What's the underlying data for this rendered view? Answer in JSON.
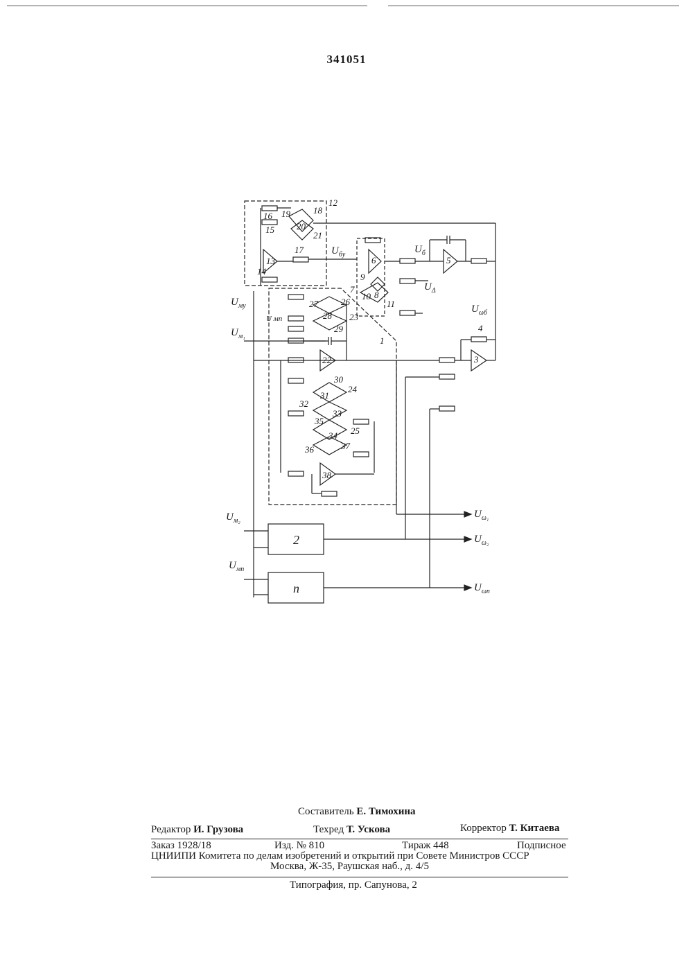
{
  "patent_number": "341051",
  "diagram": {
    "numbers": [
      "1",
      "2",
      "3",
      "4",
      "5",
      "6",
      "7",
      "8",
      "9",
      "10",
      "11",
      "12",
      "13",
      "14",
      "15",
      "16",
      "17",
      "18",
      "19",
      "20",
      "21",
      "22",
      "23",
      "24",
      "25",
      "26",
      "27",
      "28",
      "29",
      "30",
      "31",
      "32",
      "33",
      "34",
      "35",
      "36",
      "37",
      "38",
      "n"
    ],
    "signals": {
      "u_my": "U",
      "u_my_sub": "мy",
      "u_m1": "U",
      "u_m1_sub": "м₁",
      "u_m2": "U",
      "u_m2_sub": "м₂",
      "u_mn": "U",
      "u_mn_sub": "мn",
      "u_by": "U",
      "u_by_sub": "бy",
      "u_b": "U",
      "u_b_sub": "б",
      "u_delta": "U",
      "u_delta_sub": "Δ",
      "u_wb": "U",
      "u_wb_sub": "ωб",
      "u_w1": "U",
      "u_w1_sub": "ω₁",
      "u_w2": "U",
      "u_w2_sub": "ω₂",
      "u_wn": "U",
      "u_wn_sub": "ωn",
      "u_m_internal": "U мп"
    }
  },
  "footer": {
    "compiler_label": "Составитель",
    "compiler_name": "Е. Тимохина",
    "editor_label": "Редактор",
    "editor_name": "И. Грузова",
    "techred_label": "Техред",
    "techred_name": "Т. Ускова",
    "corrector_label": "Корректор",
    "corrector_name": "Т. Китаева",
    "order": "Заказ 1928/18",
    "edition": "Изд. № 810",
    "circulation": "Тираж 448",
    "subscription": "Подписное",
    "org_line": "ЦНИИПИ Комитета по делам изобретений и открытий при Совете Министров СССР",
    "address": "Москва, Ж-35, Раушская наб., д. 4/5",
    "printing": "Типография, пр. Сапунова, 2"
  }
}
